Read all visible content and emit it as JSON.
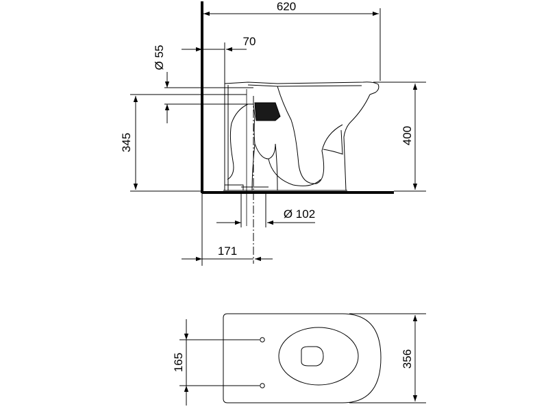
{
  "colors": {
    "ink": "#000000",
    "background": "#ffffff",
    "dark_fill": "#1a1a1a"
  },
  "side_view": {
    "dimensions": {
      "depth": "620",
      "waste_offset": "70",
      "inlet_diameter": "Ø 55",
      "inlet_height": "345",
      "overall_height": "400",
      "outlet_diameter": "Ø 102",
      "outlet_from_wall": "171"
    }
  },
  "top_view": {
    "dimensions": {
      "fixing_spacing": "165",
      "width": "356"
    }
  }
}
